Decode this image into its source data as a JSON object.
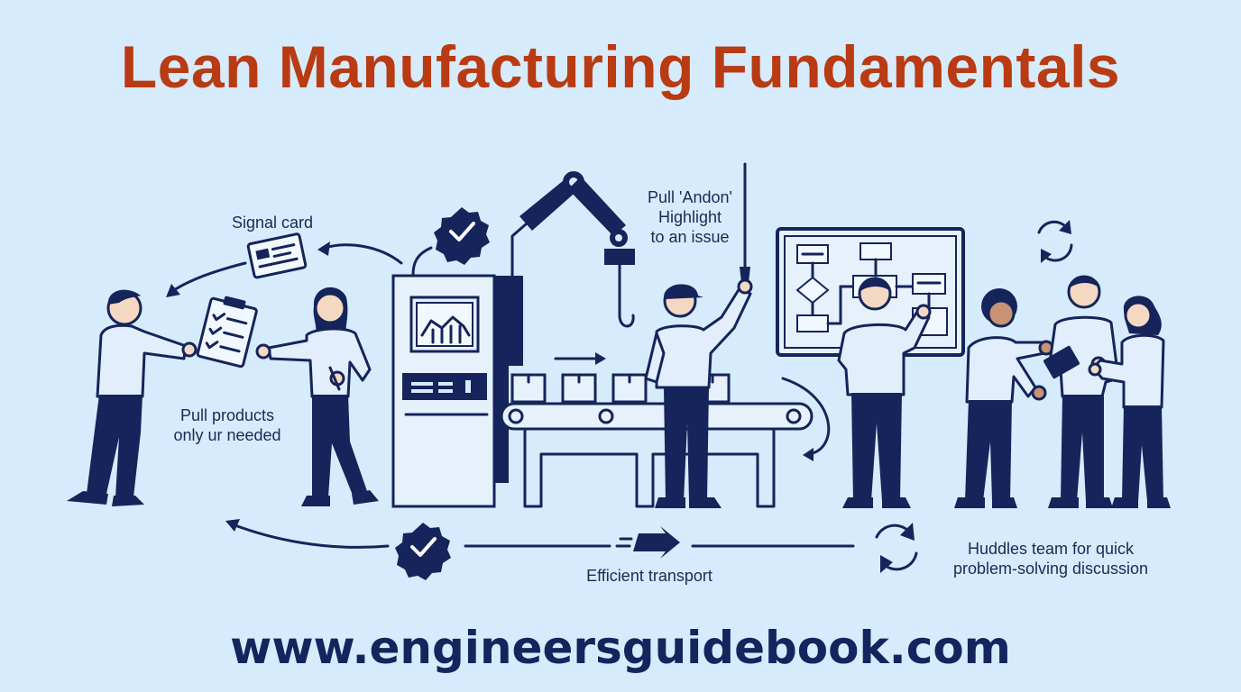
{
  "title": "Lean Manufacturing Fundamentals",
  "footer_url": "www.engineersguidebook.com",
  "labels": {
    "signal_card": "Signal card",
    "pull_products": "Pull products\nonly ur needed",
    "andon": "Pull 'Andon'\nHighlight\nto an issue",
    "transport": "Efficient transport",
    "huddles": "Huddles team for quick\nproblem-solving discussion"
  },
  "colors": {
    "background": "#d6ebfb",
    "title": "#b93b13",
    "ink": "#15245a"
  },
  "icons": [
    "check-badge-icon",
    "recycle-arrows-icon",
    "fast-arrow-icon",
    "signal-card-icon",
    "clipboard-icon",
    "robot-arm-icon",
    "conveyor-belt-icon",
    "flowchart-board-icon",
    "tablet-icon"
  ]
}
